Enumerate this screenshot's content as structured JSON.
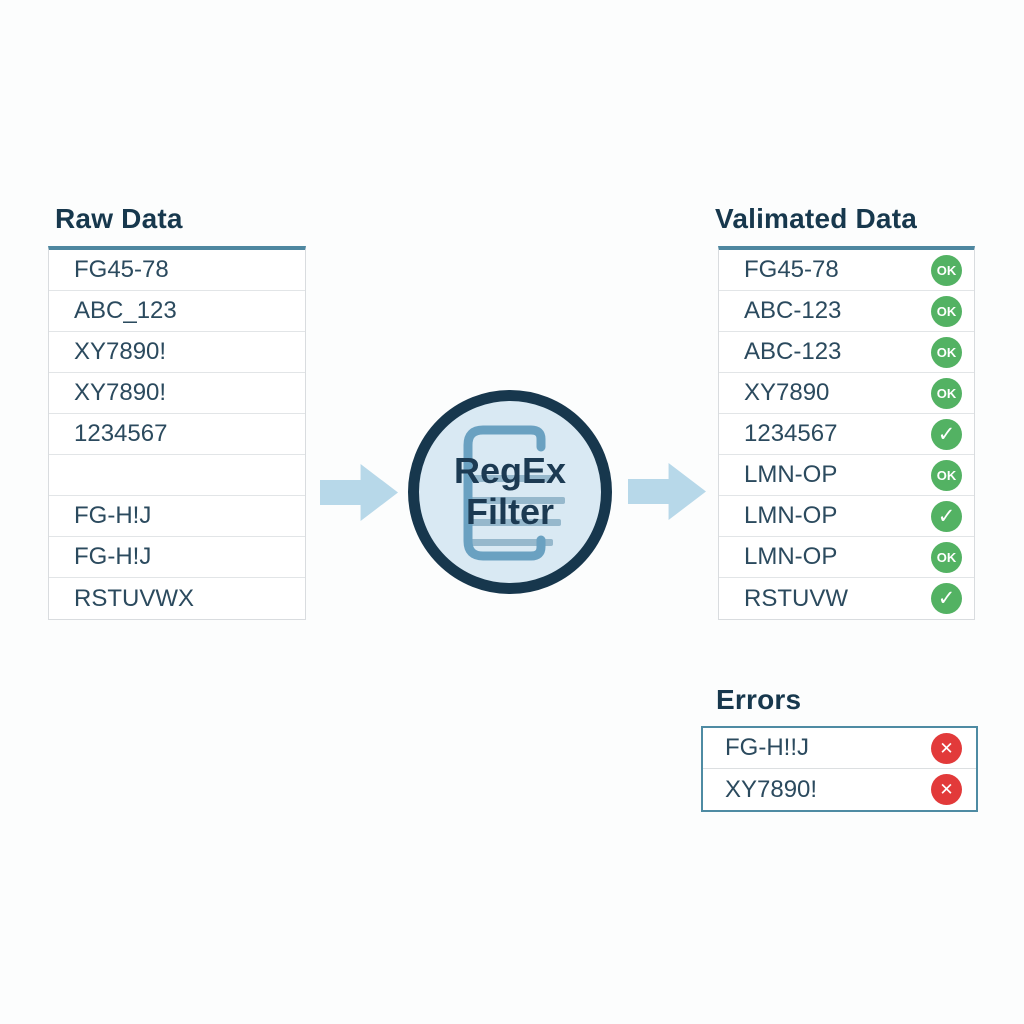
{
  "diagram": {
    "raw_table": {
      "title": "Raw Data",
      "rows": [
        "FG45-78",
        "ABC_123",
        "XY7890!",
        "XY7890!",
        "1234567",
        "",
        "FG-H!J",
        "FG-H!J",
        "RSTUVWX"
      ]
    },
    "filter_node": {
      "label_line1": "RegEx",
      "label_line2": "Filter",
      "icon": "document-icon"
    },
    "validated_table": {
      "title": "Valimated Data",
      "rows": [
        {
          "value": "FG45-78",
          "badge": "ok",
          "badge_label": "OK"
        },
        {
          "value": "ABC-123",
          "badge": "ok",
          "badge_label": "OK"
        },
        {
          "value": "ABC-123",
          "badge": "ok",
          "badge_label": "OK"
        },
        {
          "value": "XY7890",
          "badge": "ok",
          "badge_label": "OK"
        },
        {
          "value": "1234567",
          "badge": "check",
          "badge_label": "✓"
        },
        {
          "value": "LMN-OP",
          "badge": "ok",
          "badge_label": "OK"
        },
        {
          "value": "LMN-OP",
          "badge": "check",
          "badge_label": "✓"
        },
        {
          "value": "LMN-OP",
          "badge": "ok",
          "badge_label": "OK"
        },
        {
          "value": "RSTUVW",
          "badge": "check",
          "badge_label": "✓"
        }
      ]
    },
    "errors_table": {
      "title": "Errors",
      "rows": [
        {
          "value": "FG-H!!J",
          "badge": "error",
          "badge_label": "✕"
        },
        {
          "value": "XY7890!",
          "badge": "error",
          "badge_label": "✕"
        }
      ]
    },
    "colors": {
      "accent_teal": "#4e87a0",
      "header_navy": "#17384d",
      "ok_green": "#53b263",
      "error_red": "#e23a3a",
      "arrow_blue": "#b7d8e9",
      "circle_fill": "#d9e9f3",
      "circle_border": "#17374d"
    }
  }
}
